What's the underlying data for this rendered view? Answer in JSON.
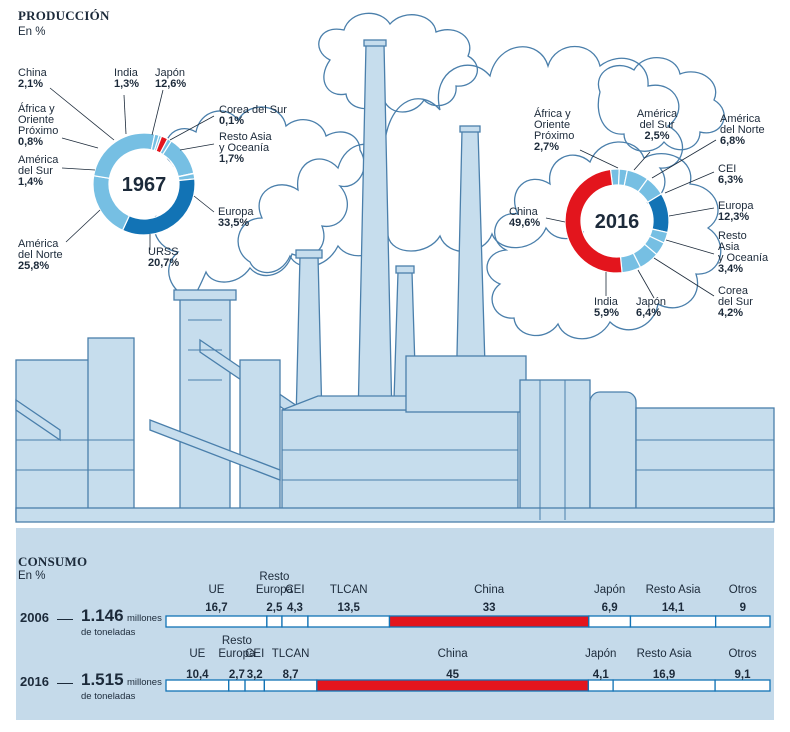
{
  "produccion": {
    "title": "PRODUCCIÓN",
    "unit": "En %"
  },
  "consumo": {
    "title": "CONSUMO",
    "unit": "En %",
    "rows": [
      {
        "year": "2006",
        "amount": "1.146",
        "amount_unit": "millones",
        "amount_sub": "de toneladas"
      },
      {
        "year": "2016",
        "amount": "1.515",
        "amount_unit": "millones",
        "amount_sub": "de toneladas"
      }
    ]
  },
  "colors": {
    "dark_blue": "#1273b5",
    "light_blue": "#76bfe3",
    "red": "#e3151d",
    "line_art": "#4a7fab",
    "fill_art": "#c6dded",
    "lower_band": "#c5daea"
  },
  "chart_data": [
    {
      "type": "pie",
      "title": "1967",
      "slices": [
        {
          "label": "Japón",
          "value": 12.6,
          "text": "12,6%",
          "color": "#76bfe3"
        },
        {
          "label": "Corea del Sur",
          "value": 0.1,
          "text": "0,1%",
          "color": "#1273b5"
        },
        {
          "label": "Resto Asia y Oceanía",
          "value": 1.7,
          "text": "1,7%",
          "color": "#76bfe3"
        },
        {
          "label": "Europa",
          "value": 33.5,
          "text": "33,5%",
          "color": "#1273b5"
        },
        {
          "label": "URSS",
          "value": 20.7,
          "text": "20,7%",
          "color": "#76bfe3"
        },
        {
          "label": "América del Norte",
          "value": 25.8,
          "text": "25,8%",
          "color": "#76bfe3"
        },
        {
          "label": "América del Sur",
          "value": 1.4,
          "text": "1,4%",
          "color": "#76bfe3"
        },
        {
          "label": "África y Oriente Próximo",
          "value": 0.8,
          "text": "0,8%",
          "color": "#76bfe3"
        },
        {
          "label": "China",
          "value": 2.1,
          "text": "2,1%",
          "color": "#e3151d"
        },
        {
          "label": "India",
          "value": 1.3,
          "text": "1,3%",
          "color": "#76bfe3"
        }
      ]
    },
    {
      "type": "pie",
      "title": "2016",
      "slices": [
        {
          "label": "África y Oriente Próximo",
          "value": 2.7,
          "text": "2,7%",
          "color": "#76bfe3"
        },
        {
          "label": "América del Sur",
          "value": 2.5,
          "text": "2,5%",
          "color": "#76bfe3"
        },
        {
          "label": "América del Norte",
          "value": 6.8,
          "text": "6,8%",
          "color": "#76bfe3"
        },
        {
          "label": "CEI",
          "value": 6.3,
          "text": "6,3%",
          "color": "#76bfe3"
        },
        {
          "label": "Europa",
          "value": 12.3,
          "text": "12,3%",
          "color": "#1273b5"
        },
        {
          "label": "Resto Asia y Oceanía",
          "value": 3.4,
          "text": "3,4%",
          "color": "#76bfe3"
        },
        {
          "label": "Corea del Sur",
          "value": 4.2,
          "text": "4,2%",
          "color": "#76bfe3"
        },
        {
          "label": "Japón",
          "value": 6.4,
          "text": "6,4%",
          "color": "#76bfe3"
        },
        {
          "label": "India",
          "value": 5.9,
          "text": "5,9%",
          "color": "#76bfe3"
        },
        {
          "label": "China",
          "value": 49.6,
          "text": "49,6%",
          "color": "#e3151d"
        }
      ]
    },
    {
      "type": "bar",
      "title": "2006",
      "segments": [
        {
          "label": "UE",
          "value": 16.7,
          "text": "16,7"
        },
        {
          "label": "Resto Europa",
          "value": 2.5,
          "text": "2,5"
        },
        {
          "label": "CEI",
          "value": 4.3,
          "text": "4,3"
        },
        {
          "label": "TLCAN",
          "value": 13.5,
          "text": "13,5"
        },
        {
          "label": "China",
          "value": 33,
          "text": "33",
          "highlight": true
        },
        {
          "label": "Japón",
          "value": 6.9,
          "text": "6,9"
        },
        {
          "label": "Resto Asia",
          "value": 14.1,
          "text": "14,1"
        },
        {
          "label": "Otros",
          "value": 9,
          "text": "9"
        }
      ]
    },
    {
      "type": "bar",
      "title": "2016",
      "segments": [
        {
          "label": "UE",
          "value": 10.4,
          "text": "10,4"
        },
        {
          "label": "Resto Europa",
          "value": 2.7,
          "text": "2,7"
        },
        {
          "label": "CEI",
          "value": 3.2,
          "text": "3,2"
        },
        {
          "label": "TLCAN",
          "value": 8.7,
          "text": "8,7"
        },
        {
          "label": "China",
          "value": 45,
          "text": "45",
          "highlight": true
        },
        {
          "label": "Japón",
          "value": 4.1,
          "text": "4,1"
        },
        {
          "label": "Resto Asia",
          "value": 16.9,
          "text": "16,9"
        },
        {
          "label": "Otros",
          "value": 9.1,
          "text": "9,1"
        }
      ]
    }
  ]
}
